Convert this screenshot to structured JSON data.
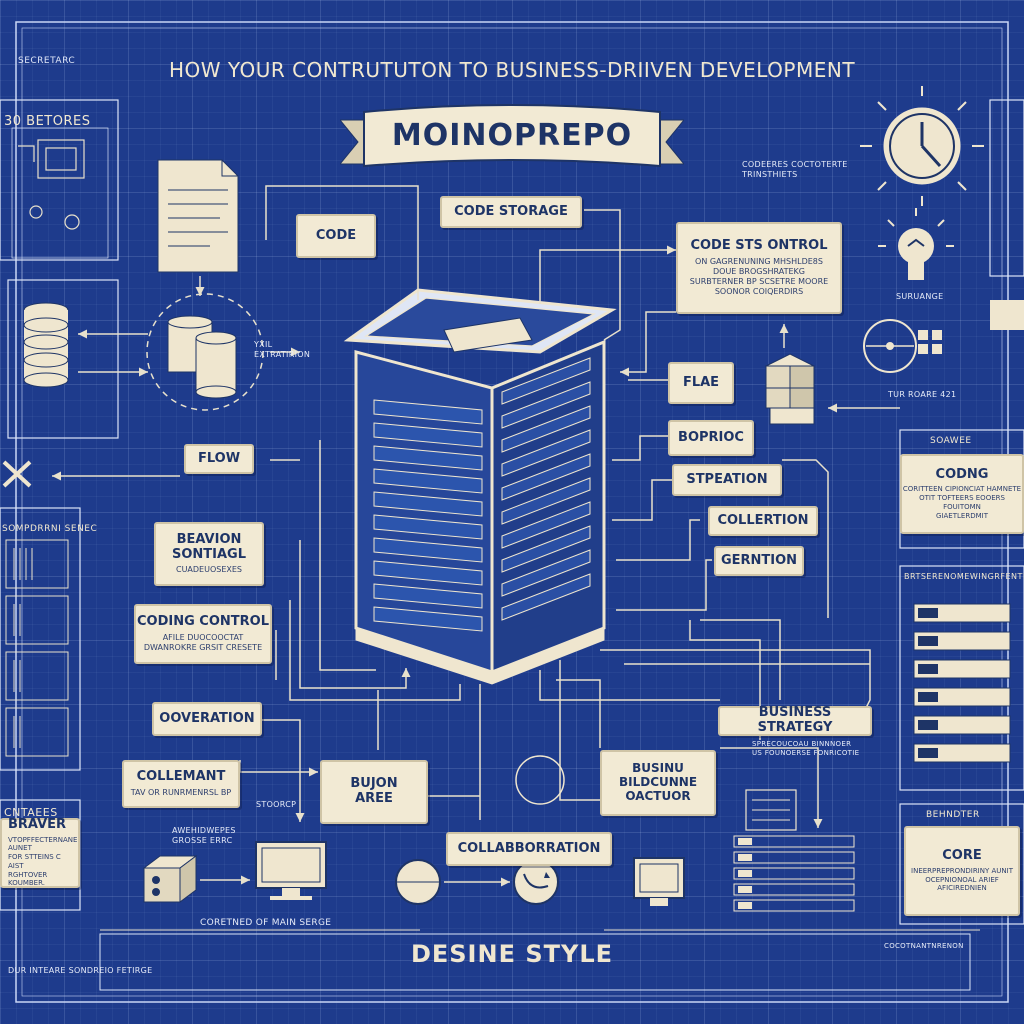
{
  "title": "HOW YOUR  CONTRUTUTON TO BUSINESS-DRIIVEN DEVELOPMENT",
  "corner_label": "SECRETARC",
  "banner": "MOINOPREPO",
  "footer": "DESINE STYLE",
  "left_top_panel": "30 BETORES",
  "left_mid_panel": "SOMPDRRNI SENEC",
  "left_bottom_panel": {
    "title": "CNTAEES",
    "heading": "BRAVER",
    "lines": [
      "VTOPFFECTERNANE AUNET",
      "FOR STTEINS C AIST",
      "RGHTOVER KOUMBER."
    ]
  },
  "storage_label": "YXIL\nEXTRATIRION",
  "flow_label": "FLOW",
  "center_boxes": {
    "code": "CODE",
    "code_storage": "CODE STORAGE",
    "code_control": {
      "title": "CODE STS ONTROL",
      "lines": [
        "ON GAGRENUNING MHSHLDE8S",
        "DOUE BROGSHRATEKG",
        "SURBTERNER BP SCSETRE MOORE",
        "SOONOR COIQERDIRS"
      ]
    },
    "flae": "FLAE",
    "boprioc": "BOPRIOC",
    "stpeation": "STPEATION",
    "collertion": "COLLERTION",
    "gerntion": "GERNTION",
    "beavion": {
      "title": "BEAVION\nSONTIAGL",
      "sub": "CUADEUOSEXES"
    },
    "coding_control": {
      "title": "CODING CONTROL",
      "lines": [
        "AFILE DUOCOOCTAT",
        "DWANROKRE GRSIT CRESETE"
      ]
    },
    "ooveration": "OOVERATION",
    "collemant": {
      "title": "COLLEMANT",
      "sub": "TAV OR RUNRMENRSL BP"
    },
    "bujon_aree": "BUJON\nAREE",
    "busin_box": "BUSINU\nBILDCUNNE\nOACTUOR",
    "business_strategy": "BUSINESS STRATEGY",
    "collaboration": "COLLABBORRATION",
    "coding": {
      "title": "CODNG",
      "lines": [
        "CORITTEEN CIPIONCIAT HAMNETE",
        "OTIT TOFTEERS EOOERS FOUITOMN",
        "GIAETLERDMIT"
      ]
    },
    "core": {
      "title": "CORE",
      "lines": [
        "INEERPREPRONDIRINY AUNIT",
        "OCEPNIONOAL ARIEF",
        "AFICIREDNIEN"
      ]
    }
  },
  "notes": {
    "store_note": "STOORCP",
    "main_serge": "CORETNED OF MAIN SERGE",
    "footer_left": "DUR INTEARE SONDREIO FETIRGE",
    "stroken": "AWEHIDWEPES\nGROSSE ERRC",
    "right_top": "CODEERES COCTOTERTE\nTRINSTHIETS",
    "surbange": "SURUANGE",
    "tur_roare": "TUR ROARE 421",
    "r_right_panel": "SOAWEE",
    "right_list_title": "BRTSERENOMEWINGRFENTRLE",
    "behnter": "BEHNDTER",
    "spree_note": "SPRECOUCOAU BINNNOER\nUS FOUNOERSE FONRICOTIE",
    "copyright_note": "COCOTNANTNRENON"
  },
  "colors": {
    "background": "#1e3b8c",
    "line": "#e8e1cc",
    "paper": "#f2ead4",
    "ink": "#1e3466"
  }
}
